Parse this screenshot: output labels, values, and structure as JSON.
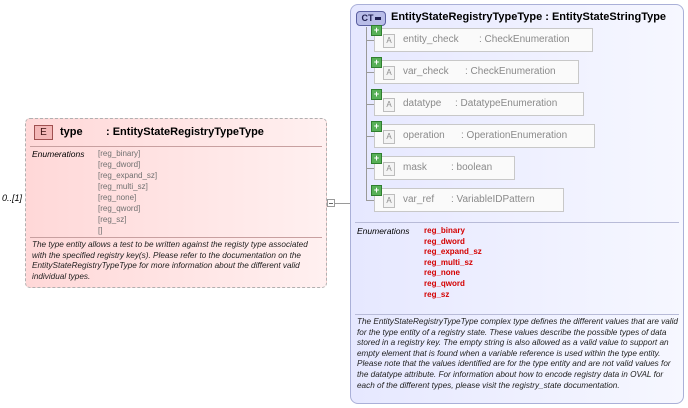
{
  "element": {
    "occurrence": "0..[1]",
    "badge": "E",
    "name": "type",
    "type": ": EntityStateRegistryTypeType",
    "enumerations_label": "Enumerations",
    "enumerations": [
      "[reg_binary]",
      "[reg_dword]",
      "[reg_expand_sz]",
      "[reg_multi_sz]",
      "[reg_none]",
      "[reg_qword]",
      "[reg_sz]",
      "[]"
    ],
    "description": "The type entity allows a test to be written against the registy type associated with the specified registry key(s). Please refer to the documentation on the EntityStateRegistryTypeType for more information about the different valid individual types."
  },
  "complex_type": {
    "badge": "CT",
    "name": "EntityStateRegistryTypeType : EntityStateStringType",
    "attributes": [
      {
        "badge": "A",
        "name": "entity_check",
        "type": ": CheckEnumeration"
      },
      {
        "badge": "A",
        "name": "var_check",
        "type": ": CheckEnumeration"
      },
      {
        "badge": "A",
        "name": "datatype",
        "type": ": DatatypeEnumeration"
      },
      {
        "badge": "A",
        "name": "operation",
        "type": ": OperationEnumeration"
      },
      {
        "badge": "A",
        "name": "mask",
        "type": ": boolean"
      },
      {
        "badge": "A",
        "name": "var_ref",
        "type": ": VariableIDPattern"
      }
    ],
    "enumerations_label": "Enumerations",
    "enumerations": [
      "reg_binary",
      "reg_dword",
      "reg_expand_sz",
      "reg_multi_sz",
      "reg_none",
      "reg_qword",
      "reg_sz"
    ],
    "description": "The EntityStateRegistryTypeType complex type defines the different values that are valid for the type entity of a registry state. These values describe the possible types of data stored in a registry key. The empty string is also allowed as a valid value to support an empty element that is found when a variable reference is used within the type entity. Please note that the values identified are for the type entity and are not valid values for the datatype attribute. For information about how to encode registry data in OVAL for each of the different types, please visit the registry_state documentation."
  },
  "colors": {
    "element_fill": "#ffd8d8",
    "complex_type_fill": "#e6e8ff",
    "enum_red": "#d40000"
  }
}
